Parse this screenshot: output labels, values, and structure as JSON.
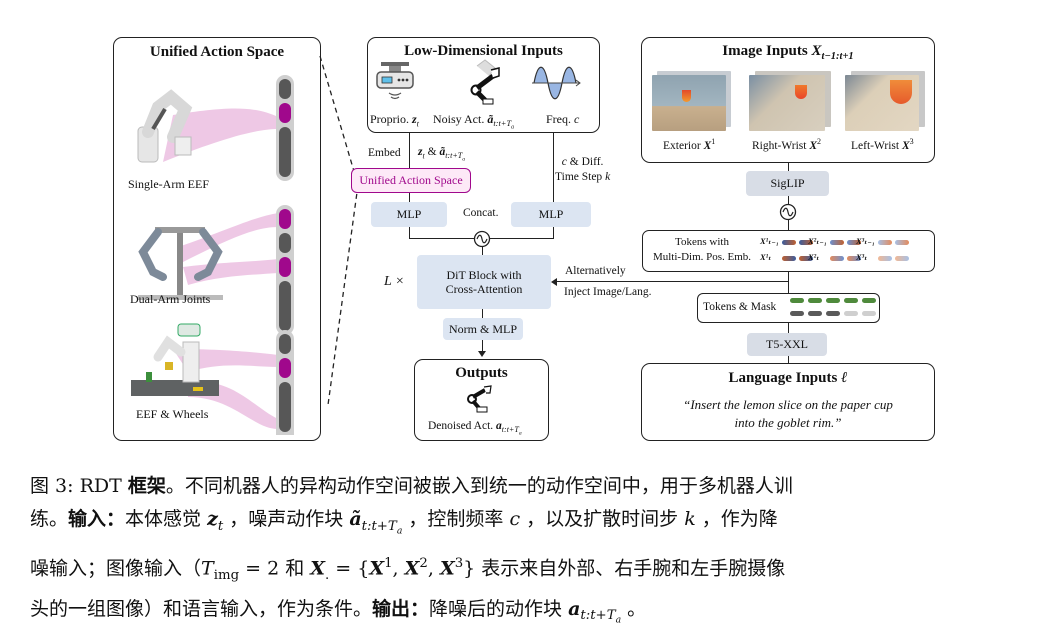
{
  "unified_panel": {
    "title": "Unified Action Space",
    "robots": [
      {
        "label": "Single-Arm EEF",
        "slots": [
          "gray",
          "magenta",
          "gray-long"
        ]
      },
      {
        "label": "Dual-Arm Joints",
        "slots": [
          "magenta",
          "gray",
          "magenta",
          "gray-long"
        ]
      },
      {
        "label": "EEF & Wheels",
        "slots": [
          "gray",
          "magenta",
          "gray-long",
          "magenta"
        ]
      }
    ]
  },
  "low_dim": {
    "title": "Low-Dimensional Inputs",
    "items": [
      {
        "icon": "sensor-icon",
        "label": "Proprio.",
        "math": "z",
        "sub": "t"
      },
      {
        "icon": "robot-arm-icon",
        "label": "Noisy Act.",
        "math": "ã",
        "sub": "t:t+T",
        "subsub": "a"
      },
      {
        "icon": "sine-wave-icon",
        "label": "Freq.",
        "math": "c"
      }
    ]
  },
  "flow": {
    "embed": "Embed",
    "embed_vars": "z_t & ã_{t:t+T_a}",
    "embed_z": "z",
    "embed_amp": " & ",
    "embed_a": "ã",
    "uas_box": "Unified Action Space",
    "diff_line1_c": "c",
    "diff_line1": " & Diff.",
    "diff_line2": "Time Step ",
    "diff_k": "k",
    "mlp_left": "MLP",
    "mlp_right": "MLP",
    "concat": "Concat.",
    "dit": "DiT Block with Cross-Attention",
    "dit_line1": "DiT Block with",
    "dit_line2": "Cross-Attention",
    "repeat": "L ×",
    "alt_line1": "Alternatively",
    "alt_line2": "Inject Image/Lang.",
    "norm": "Norm & MLP"
  },
  "outputs": {
    "title": "Outputs",
    "label": "Denoised Act.",
    "math": "a",
    "sub": "t:t+T",
    "subsub": "a"
  },
  "image_inputs": {
    "title": "Image Inputs",
    "title_math": "X",
    "title_sub": "t−1:t+1",
    "views": [
      {
        "label": "Exterior",
        "math": "X",
        "sup": "1"
      },
      {
        "label": "Right-Wrist",
        "math": "X",
        "sup": "2"
      },
      {
        "label": "Left-Wrist",
        "math": "X",
        "sup": "3"
      }
    ]
  },
  "encoders": {
    "siglip": "SigLIP",
    "t5": "T5-XXL"
  },
  "tokens_panel": {
    "line1": "Tokens with",
    "line2": "Multi-Dim. Pos. Emb.",
    "row_labels_prev": [
      "X¹ₜ₋₁",
      "X²ₜ₋₁",
      "X³ₜ₋₁"
    ],
    "row_labels_cur": [
      "X¹ₜ",
      "X²ₜ",
      "X³ₜ"
    ]
  },
  "mask_panel": {
    "label": "Tokens & Mask",
    "tokens": 5,
    "valid_mask": 3
  },
  "language": {
    "title": "Language Inputs",
    "title_math": "ℓ",
    "quote_line1": "“Insert the lemon slice on the paper cup",
    "quote_line2": "into the goblet rim.”"
  },
  "colors": {
    "magenta": "#a0088c",
    "pink_band": "#e8b6dc",
    "slot_gray": "#575757",
    "box_blue": "#dce5f2",
    "box_gray": "#d8dde6",
    "token_green": "#4f8a3c"
  },
  "caption": {
    "l1_a": "图 3: RDT ",
    "l1_b": "框架",
    "l1_c": "。不同机器人的异构动作空间被嵌入到统一的动作空间中，用于多机器人训",
    "l2_a": "练。",
    "l2_b": "输入：",
    "l2_c": "本体感觉 ",
    "l2_d": "，噪声动作块 ",
    "l2_e": "，控制频率 ",
    "l2_f": "，以及扩散时间步 ",
    "l2_g": "，作为降",
    "l3_a": "噪输入；图像输入（",
    "l3_b": " = 2 和 ",
    "l3_c": " 表示来自外部、右手腕和左手腕摄像",
    "l4_a": "头的一组图像）和语言输入，作为条件。",
    "l4_b": "输出：",
    "l4_c": "降噪后的动作块 ",
    "l4_d": " 。"
  }
}
